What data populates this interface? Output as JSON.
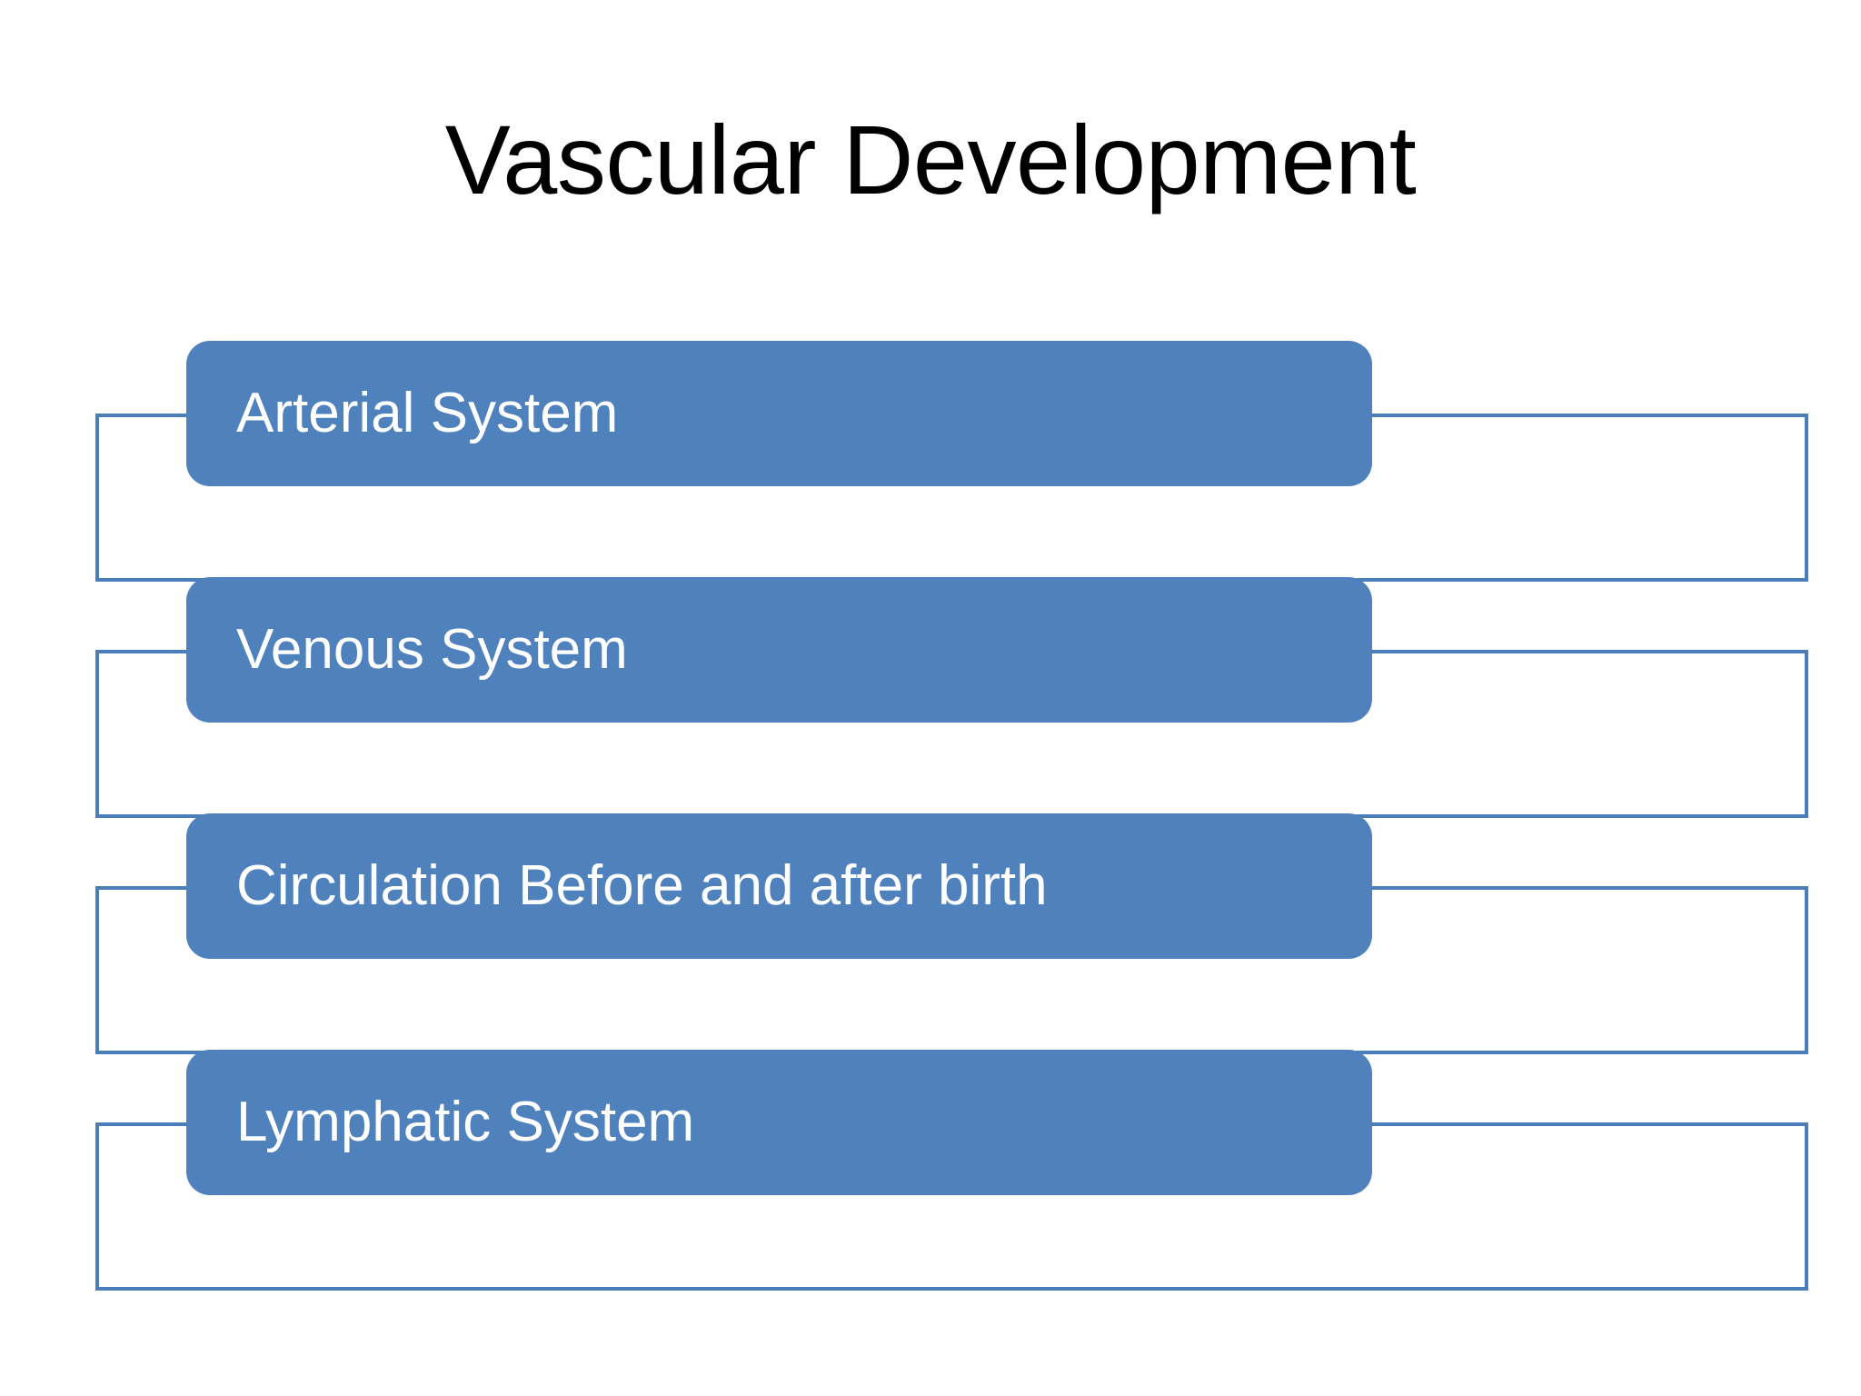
{
  "slide": {
    "title": "Vascular Development",
    "background_color": "#FFFFFF",
    "title_color": "#000000"
  },
  "theme": {
    "chip_fill": "#4F81BD",
    "chip_text": "#FFFFFF",
    "outline_stroke": "#4A7EBB"
  },
  "diagram": {
    "type": "vertical-chevron-list",
    "items": [
      {
        "label": "Arterial System"
      },
      {
        "label": "Venous System"
      },
      {
        "label": "Circulation Before and after birth"
      },
      {
        "label": "Lymphatic System"
      }
    ]
  }
}
